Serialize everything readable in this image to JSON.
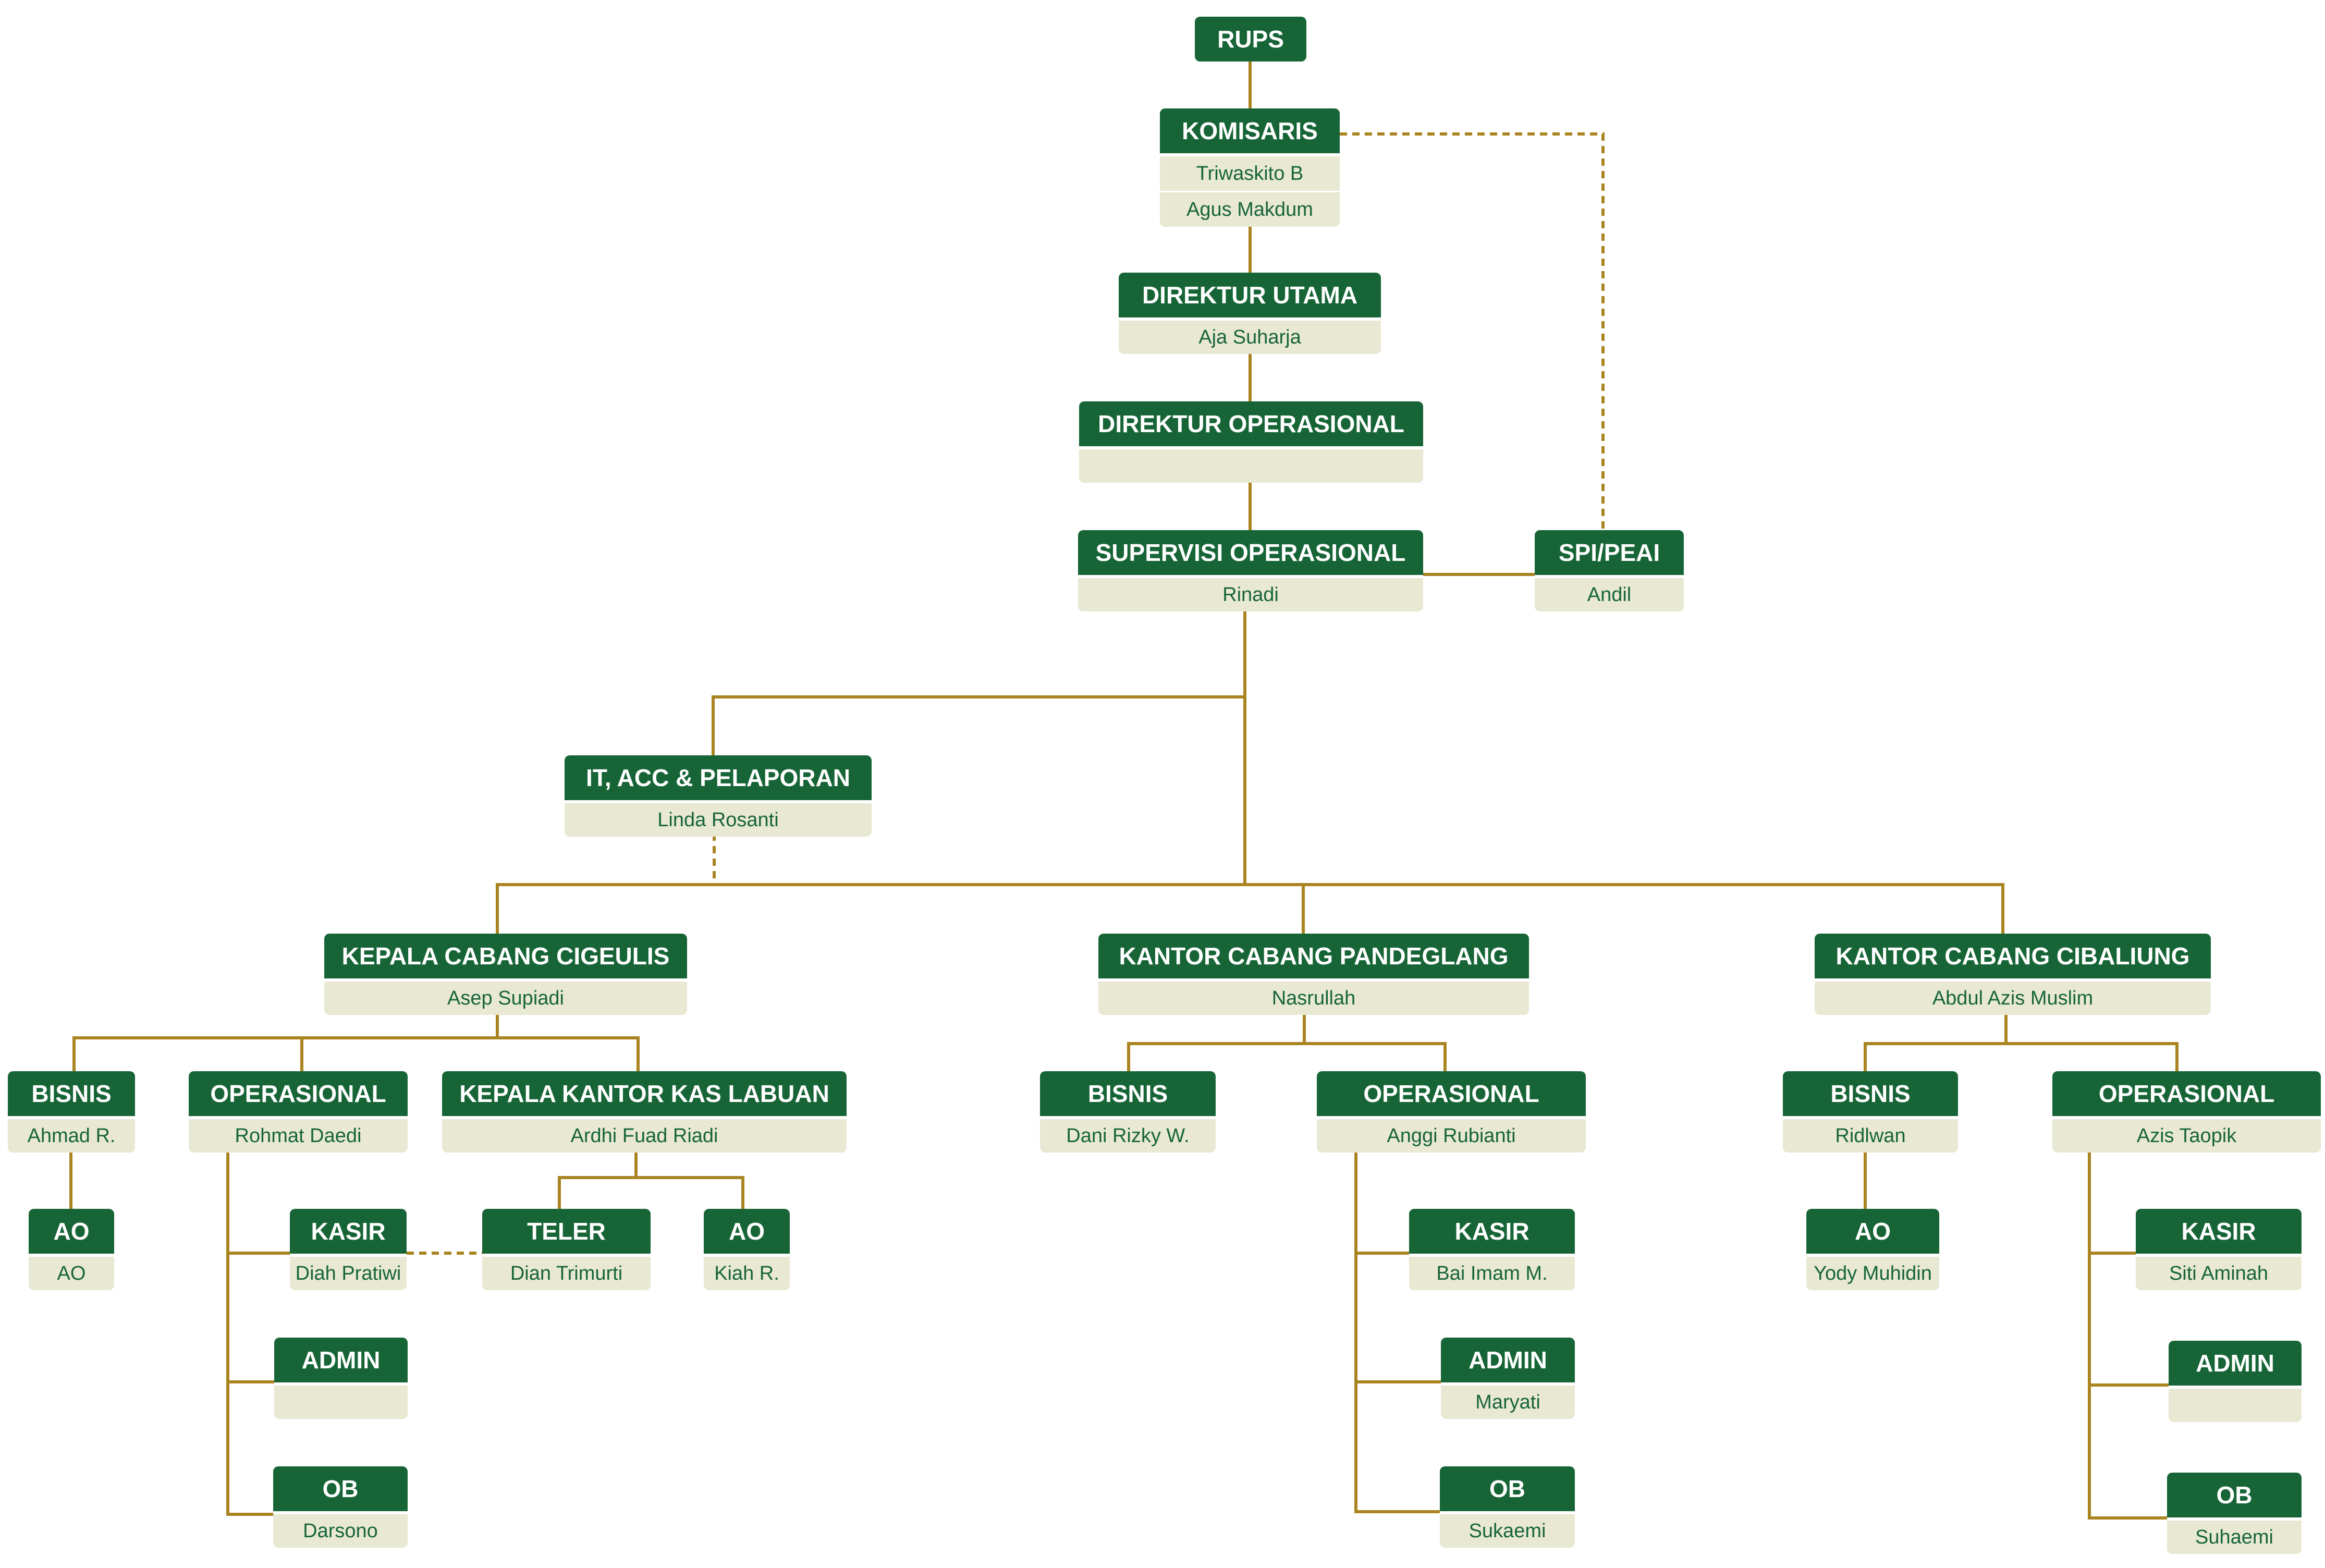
{
  "colors": {
    "box_header": "#176537",
    "box_body": "#e8e8d3",
    "connector": "#a98420"
  },
  "nodes": {
    "rups": {
      "title": "RUPS"
    },
    "komisaris": {
      "title": "KOMISARIS",
      "names": [
        "Triwaskito B",
        "Agus Makdum"
      ]
    },
    "direktur_utama": {
      "title": "DIREKTUR UTAMA",
      "name": "Aja Suharja"
    },
    "direktur_operasional": {
      "title": "DIREKTUR OPERASIONAL",
      "name": ""
    },
    "supervisi_operasional": {
      "title": "SUPERVISI OPERASIONAL",
      "name": "Rinadi"
    },
    "spi_peai": {
      "title": "SPI/PEAI",
      "name": "Andil"
    },
    "it_acc": {
      "title": "IT, ACC & PELAPORAN",
      "name": "Linda Rosanti"
    },
    "cigeulis": {
      "head": {
        "title": "KEPALA CABANG CIGEULIS",
        "name": "Asep Supiadi"
      },
      "bisnis": {
        "title": "BISNIS",
        "name": "Ahmad R."
      },
      "ao": {
        "title": "AO",
        "name": "AO"
      },
      "operasional": {
        "title": "OPERASIONAL",
        "name": "Rohmat Daedi"
      },
      "kasir": {
        "title": "KASIR",
        "name": "Diah Pratiwi"
      },
      "admin": {
        "title": "ADMIN",
        "name": ""
      },
      "ob": {
        "title": "OB",
        "name": "Darsono"
      },
      "kas_labuan": {
        "title": "KEPALA KANTOR KAS LABUAN",
        "name": "Ardhi Fuad Riadi"
      },
      "teler": {
        "title": "TELER",
        "name": "Dian Trimurti"
      },
      "ao_labuan": {
        "title": "AO",
        "name": "Kiah R."
      }
    },
    "pandeglang": {
      "head": {
        "title": "KANTOR CABANG PANDEGLANG",
        "name": "Nasrullah"
      },
      "bisnis": {
        "title": "BISNIS",
        "name": "Dani Rizky W."
      },
      "operasional": {
        "title": "OPERASIONAL",
        "name": "Anggi Rubianti"
      },
      "kasir": {
        "title": "KASIR",
        "name": "Bai Imam M."
      },
      "admin": {
        "title": "ADMIN",
        "name": "Maryati"
      },
      "ob": {
        "title": "OB",
        "name": "Sukaemi"
      }
    },
    "cibaliung": {
      "head": {
        "title": "KANTOR CABANG CIBALIUNG",
        "name": "Abdul Azis Muslim"
      },
      "bisnis": {
        "title": "BISNIS",
        "name": "Ridlwan"
      },
      "ao": {
        "title": "AO",
        "name": "Yody Muhidin"
      },
      "operasional": {
        "title": "OPERASIONAL",
        "name": "Azis Taopik"
      },
      "kasir": {
        "title": "KASIR",
        "name": "Siti Aminah"
      },
      "admin": {
        "title": "ADMIN",
        "name": ""
      },
      "ob": {
        "title": "OB",
        "name": "Suhaemi"
      }
    }
  }
}
